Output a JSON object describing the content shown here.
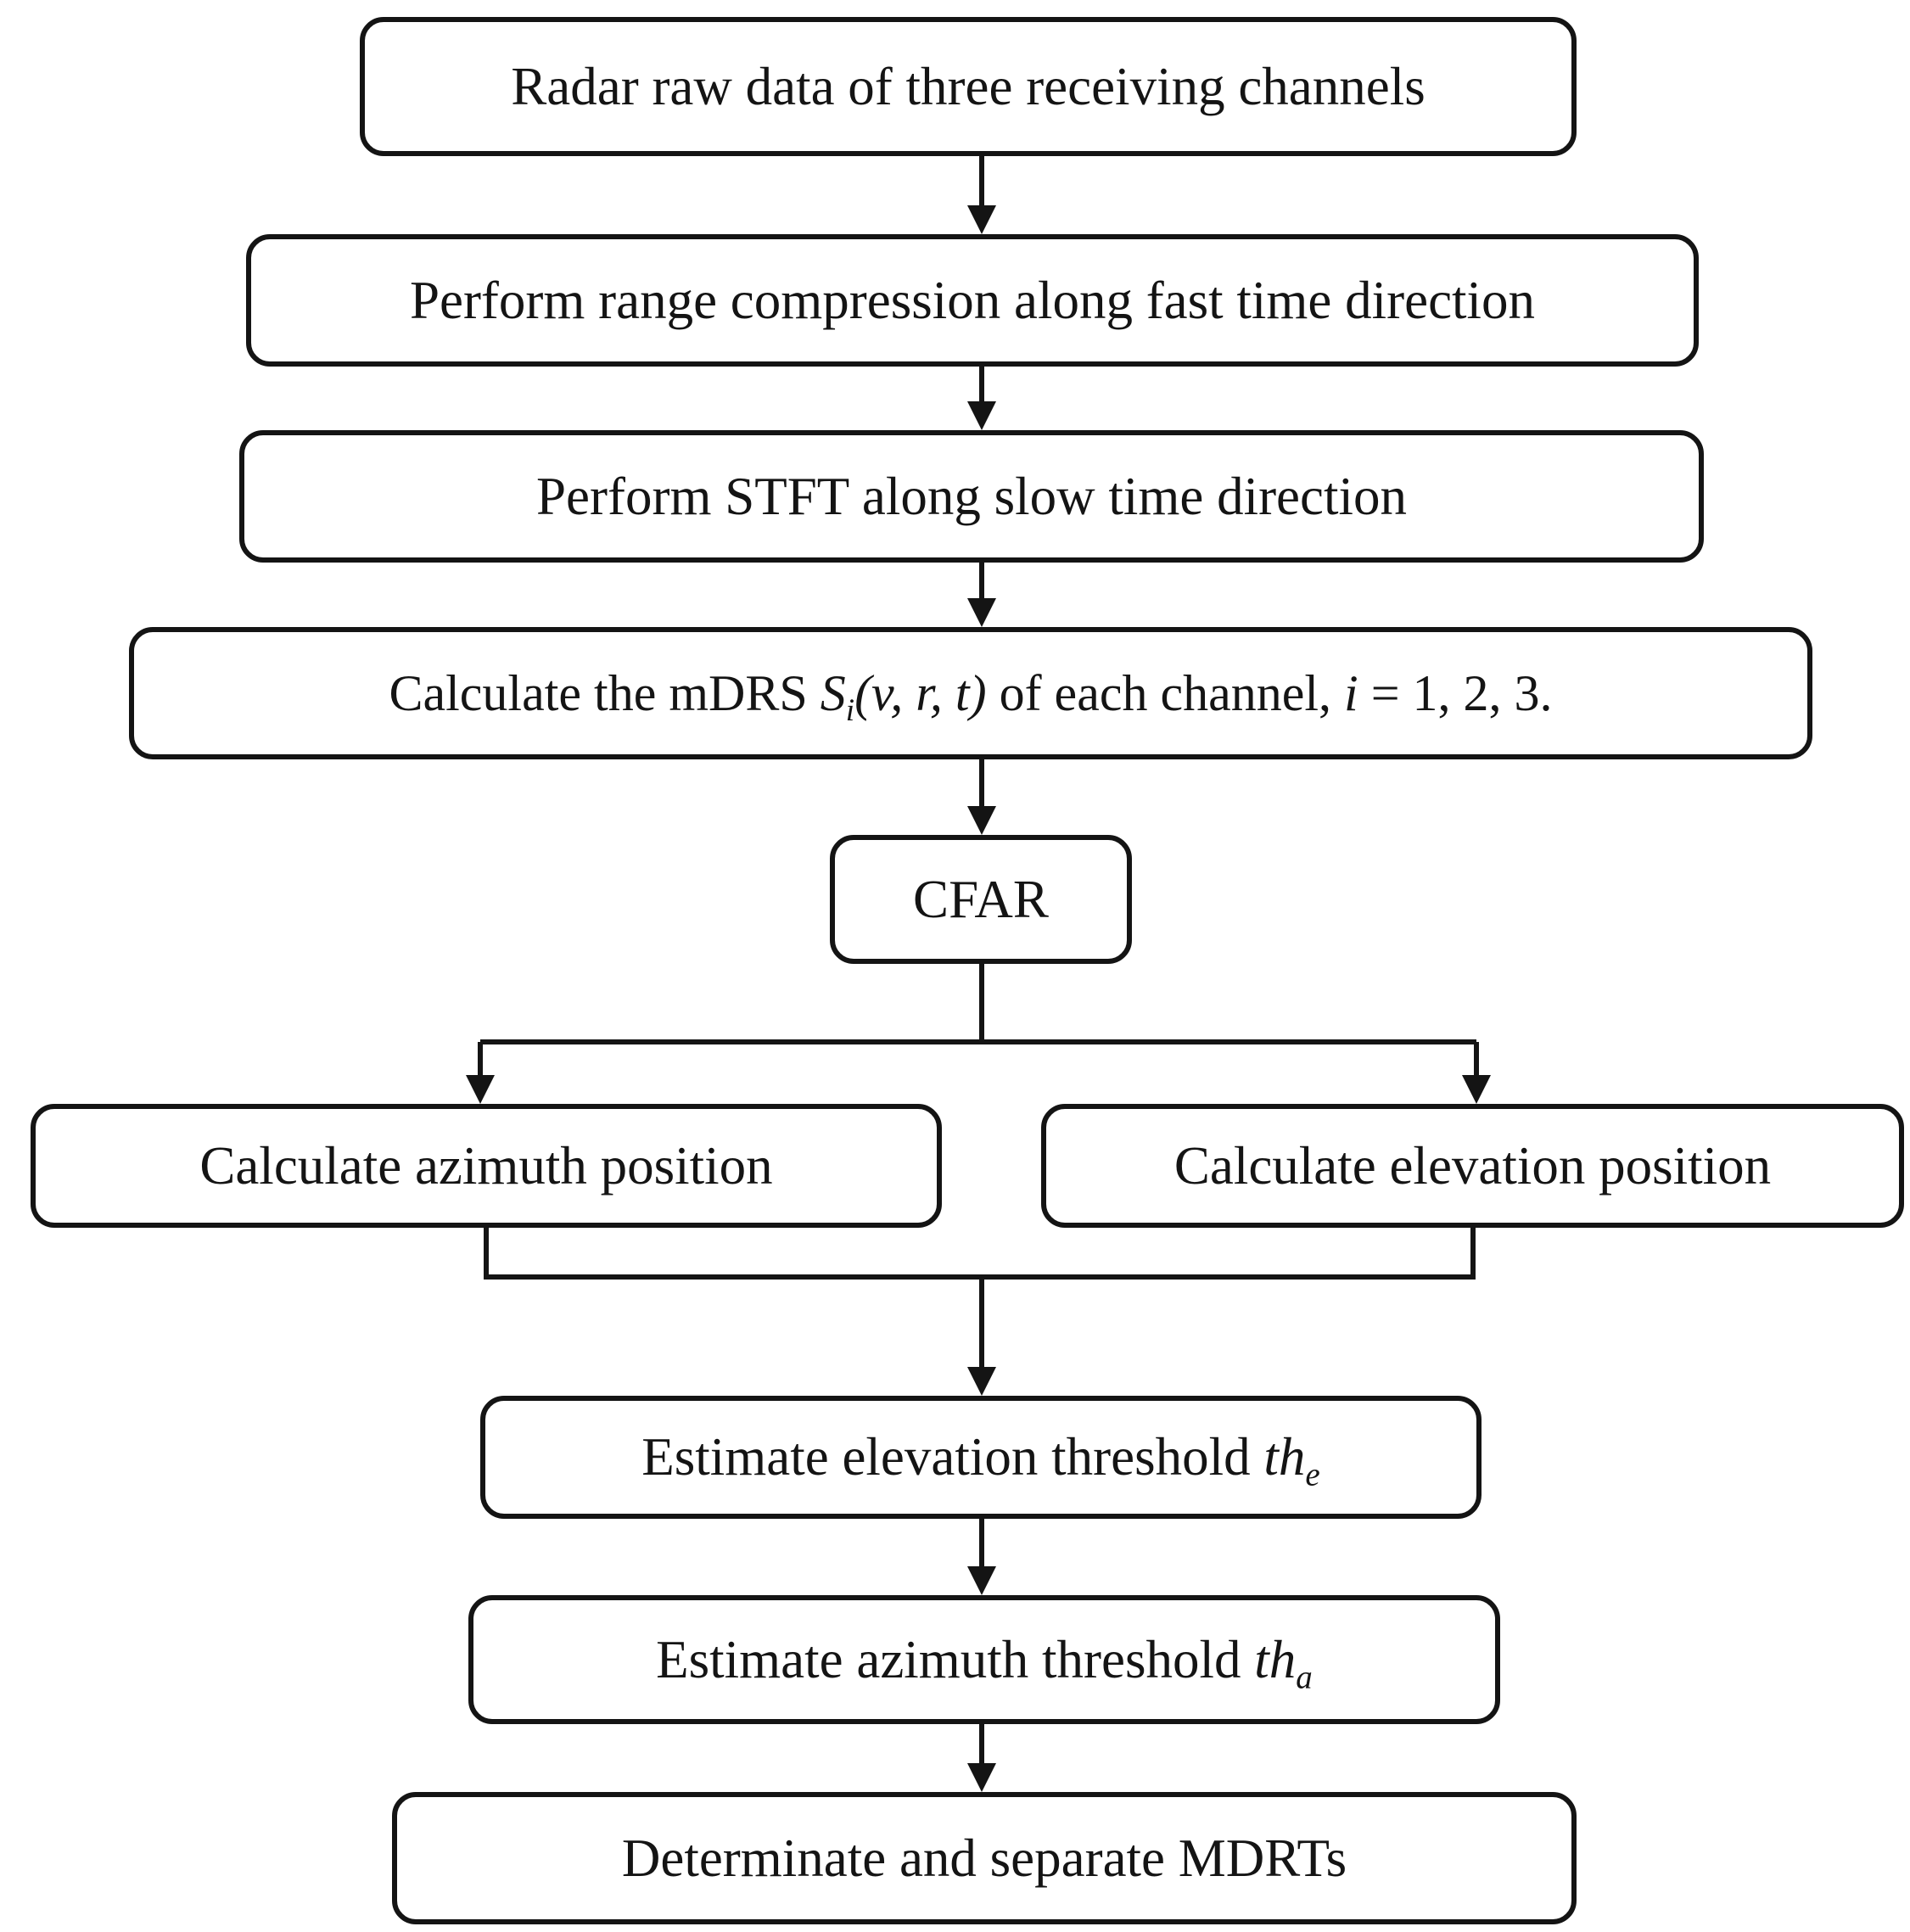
{
  "diagram": {
    "type": "flowchart",
    "background_color": "#ffffff",
    "box_fill": "#ffffff",
    "box_border_color": "#141414",
    "text_color": "#141414",
    "line_color": "#141414",
    "nodes": {
      "raw_data": {
        "label": "Radar raw data of three receiving channels"
      },
      "range_compression": {
        "label": "Perform range compression along fast time direction"
      },
      "stft": {
        "label": "Perform STFT along slow time direction"
      },
      "mdrs": {
        "prefix": "Calculate the mDRS ",
        "var_s": "S",
        "sub_i": "i",
        "args": "(v, r, t)",
        "middle": " of each channel, ",
        "var_i": "i",
        "suffix": " = 1, 2, 3."
      },
      "cfar": {
        "label": "CFAR"
      },
      "azimuth_position": {
        "label": "Calculate azimuth position"
      },
      "elevation_position": {
        "label": "Calculate elevation position"
      },
      "elevation_threshold": {
        "prefix": "Estimate elevation threshold ",
        "var": "th",
        "sub": "e"
      },
      "azimuth_threshold": {
        "prefix": "Estimate azimuth threshold ",
        "var": "th",
        "sub": "a"
      },
      "mdrts": {
        "label": "Determinate and separate MDRTs"
      }
    },
    "edges": [
      {
        "from": "raw_data",
        "to": "range_compression"
      },
      {
        "from": "range_compression",
        "to": "stft"
      },
      {
        "from": "stft",
        "to": "mdrs"
      },
      {
        "from": "mdrs",
        "to": "cfar"
      },
      {
        "from": "cfar",
        "to": "azimuth_position"
      },
      {
        "from": "cfar",
        "to": "elevation_position"
      },
      {
        "from": "azimuth_position",
        "to": "elevation_threshold"
      },
      {
        "from": "elevation_position",
        "to": "elevation_threshold"
      },
      {
        "from": "elevation_threshold",
        "to": "azimuth_threshold"
      },
      {
        "from": "azimuth_threshold",
        "to": "mdrts"
      }
    ]
  }
}
